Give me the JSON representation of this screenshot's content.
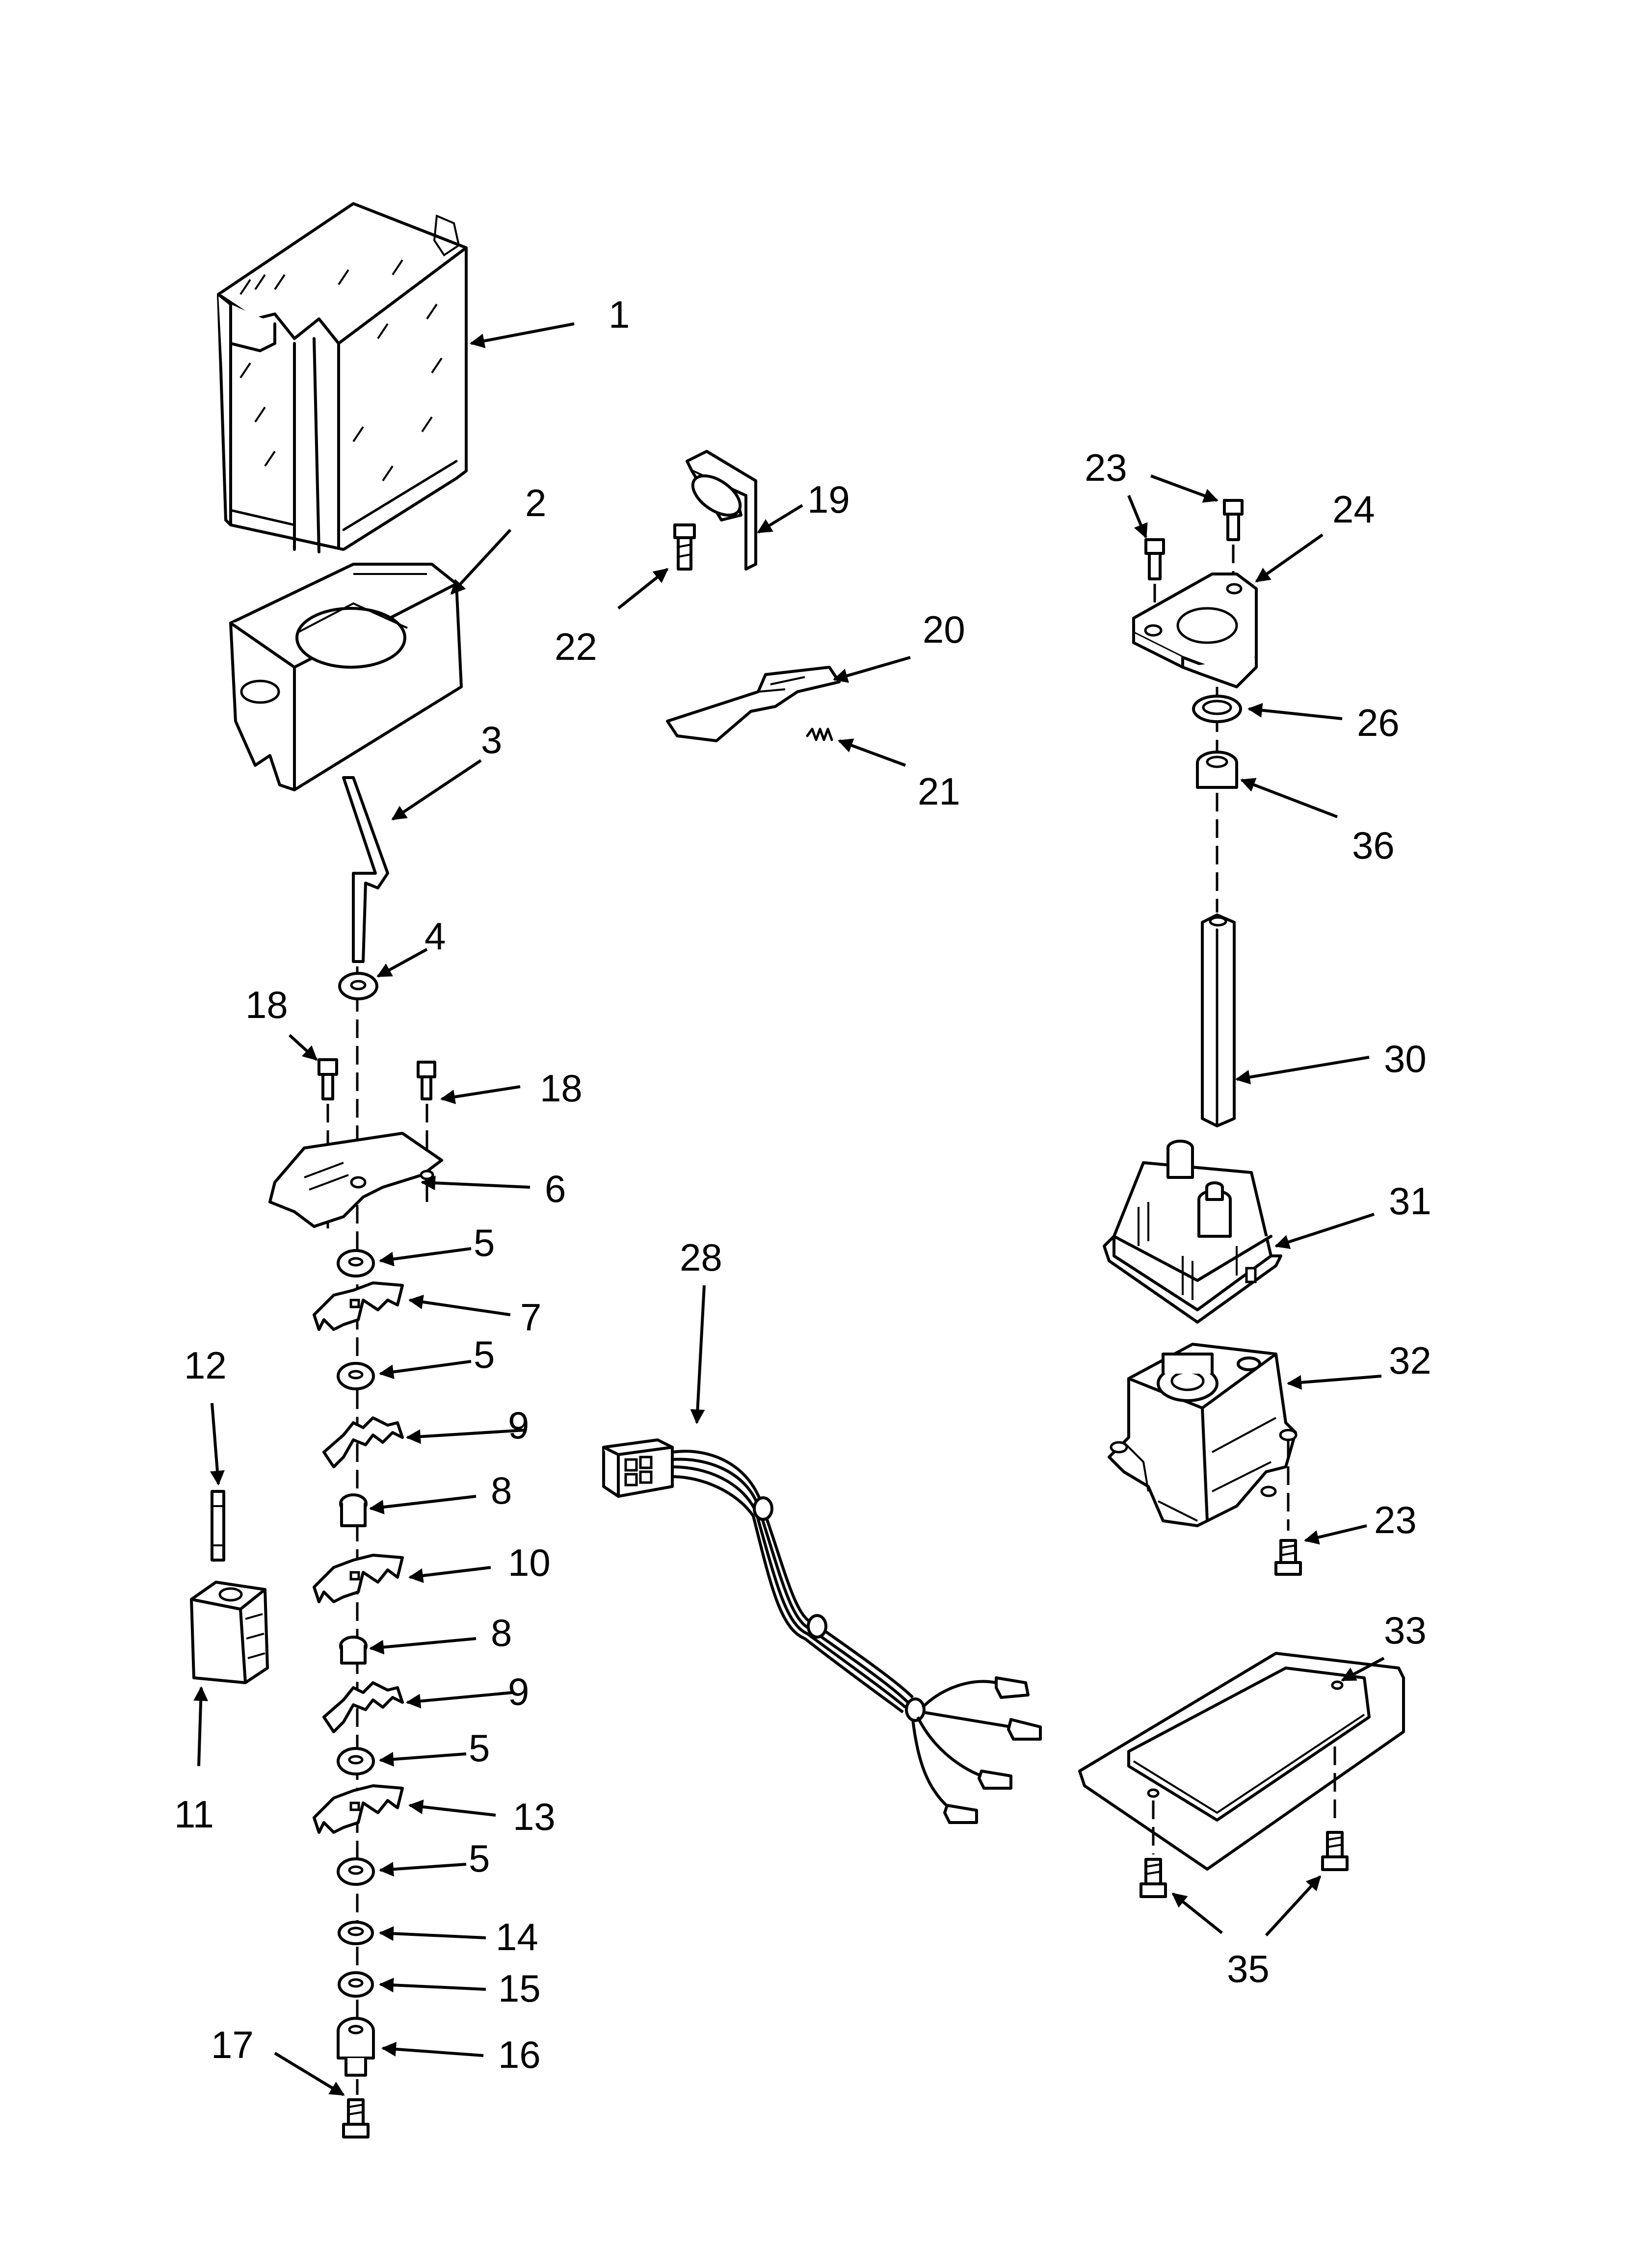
{
  "callouts": {
    "c1": "1",
    "c2": "2",
    "c3": "3",
    "c4": "4",
    "c5a": "5",
    "c5b": "5",
    "c5c": "5",
    "c5d": "5",
    "c6": "6",
    "c7": "7",
    "c8a": "8",
    "c8b": "8",
    "c9a": "9",
    "c9b": "9",
    "c10": "10",
    "c11": "11",
    "c12": "12",
    "c13": "13",
    "c14": "14",
    "c15": "15",
    "c16": "16",
    "c17": "17",
    "c18a": "18",
    "c18b": "18",
    "c19": "19",
    "c20": "20",
    "c21": "21",
    "c22": "22",
    "c23a": "23",
    "c23b": "23",
    "c24": "24",
    "c26": "26",
    "c28": "28",
    "c30": "30",
    "c31": "31",
    "c32": "32",
    "c33": "33",
    "c35": "35",
    "c36": "36"
  }
}
